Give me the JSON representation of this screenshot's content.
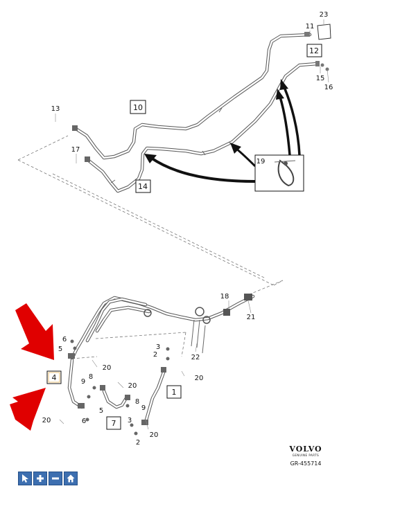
{
  "diagram": {
    "reference": "GR-455714",
    "brand": {
      "name": "VOLVO",
      "tagline": "GENUINE PARTS"
    },
    "boxed_labels": [
      "1",
      "4",
      "7",
      "10",
      "12",
      "14",
      "19"
    ],
    "labels": [
      "2",
      "2",
      "3",
      "3",
      "5",
      "5",
      "6",
      "6",
      "8",
      "8",
      "9",
      "9",
      "11",
      "13",
      "15",
      "16",
      "17",
      "18",
      "20",
      "20",
      "20",
      "20",
      "20",
      "21",
      "22",
      "23"
    ],
    "callout_arrow_color": "#e00000",
    "accent_box_color": "#e8c27a"
  },
  "toolbar": {
    "buttons": [
      {
        "icon": "pointer-icon"
      },
      {
        "icon": "zoom-in-icon"
      },
      {
        "icon": "zoom-out-icon"
      },
      {
        "icon": "home-icon"
      }
    ],
    "color": "#3d6fb0"
  }
}
